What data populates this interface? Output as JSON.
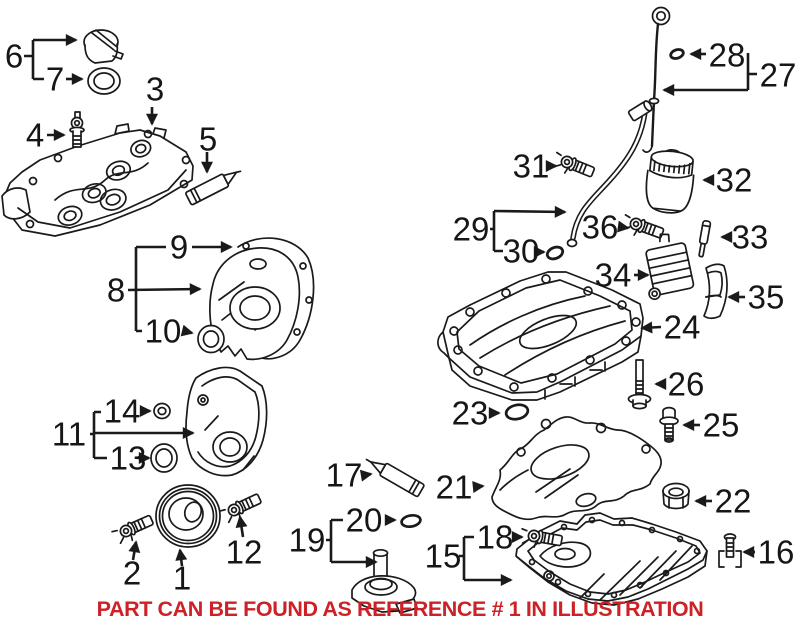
{
  "footer": {
    "text": "PART CAN BE FOUND AS REFERENCE # 1 IN ILLUSTRATION",
    "color": "#cc2127"
  },
  "colors": {
    "background": "#ffffff",
    "line_art": "#1a1a1a",
    "label": "#161616"
  },
  "callouts": [
    {
      "label": "1"
    },
    {
      "label": "2"
    },
    {
      "label": "3"
    },
    {
      "label": "4"
    },
    {
      "label": "5"
    },
    {
      "label": "6"
    },
    {
      "label": "7"
    },
    {
      "label": "8"
    },
    {
      "label": "9"
    },
    {
      "label": "10"
    },
    {
      "label": "11"
    },
    {
      "label": "12"
    },
    {
      "label": "13"
    },
    {
      "label": "14"
    },
    {
      "label": "15"
    },
    {
      "label": "16"
    },
    {
      "label": "17"
    },
    {
      "label": "18"
    },
    {
      "label": "19"
    },
    {
      "label": "20"
    },
    {
      "label": "21"
    },
    {
      "label": "22"
    },
    {
      "label": "23"
    },
    {
      "label": "24"
    },
    {
      "label": "25"
    },
    {
      "label": "26"
    },
    {
      "label": "27"
    },
    {
      "label": "28"
    },
    {
      "label": "29"
    },
    {
      "label": "30"
    },
    {
      "label": "31"
    },
    {
      "label": "32"
    },
    {
      "label": "33"
    },
    {
      "label": "34"
    },
    {
      "label": "35"
    },
    {
      "label": "36"
    }
  ]
}
